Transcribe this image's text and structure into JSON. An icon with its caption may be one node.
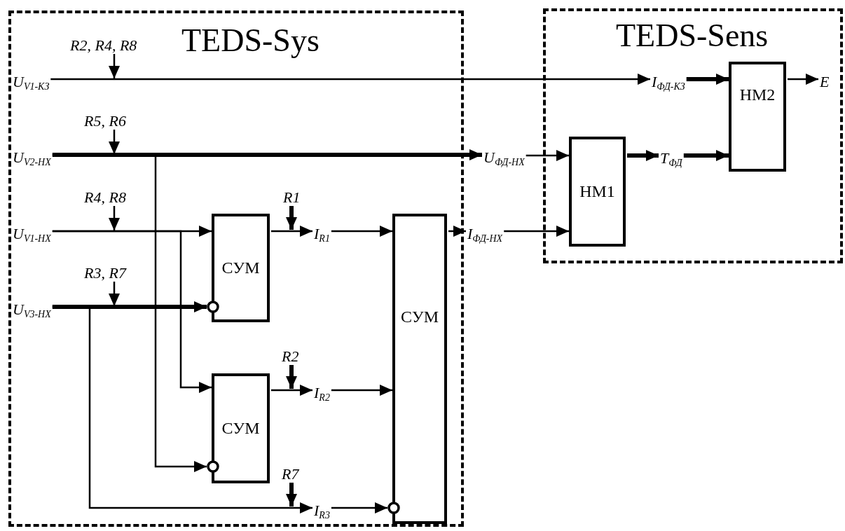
{
  "diagram": {
    "nodes": [
      {
        "text": [
          "TEDS-Sys"
        ]
      },
      {
        "text": [
          "TEDS-Sens"
        ]
      },
      {
        "text": [
          "U$_{V1-КЗ}$"
        ],
        "in": 0
      },
      {
        "text": [
          "U$_{V2-НХ}$"
        ],
        "in": 0
      },
      {
        "text": [
          "U$_{V1-НХ}$"
        ],
        "in": 0
      },
      {
        "text": [
          "U$_{V3-НХ}$"
        ],
        "in": 0
      },
      {
        "text": [
          "СУМ"
        ],
        "in": 0
      },
      {
        "text": [
          "I$_{R1}$"
        ],
        "in": 0
      },
      {
        "text": [
          "СУМ"
        ],
        "in": 0
      },
      {
        "text": [
          "СУМ"
        ],
        "in": 0
      },
      {
        "text": [
          "I$_{R2}$"
        ],
        "in": 0
      },
      {
        "text": [
          "I$_{R3}$"
        ],
        "in": 0
      },
      {
        "text": [
          "I$_{ФД-НХ}$"
        ]
      },
      {
        "text": [
          "U$_{ФД-НХ}$"
        ]
      },
      {
        "text": [
          "I$_{ФД-КЗ}$"
        ],
        "in": 1
      },
      {
        "text": [
          "НМ1"
        ],
        "in": 1
      },
      {
        "text": [
          "T$_{ФД}$"
        ],
        "in": 1
      },
      {
        "text": [
          "НМ2"
        ],
        "in": 1
      },
      {
        "text": [
          "E"
        ],
        "in": 1
      },
      {
        "text": [
          "R2, R4, R8"
        ],
        "in": 0
      },
      {
        "text": [
          "R5, R6"
        ],
        "in": 0
      },
      {
        "text": [
          "R4, R8"
        ],
        "in": 0
      },
      {
        "text": [
          "R3, R7"
        ],
        "in": 0
      },
      {
        "text": [
          "R1"
        ],
        "in": 0
      },
      {
        "text": [
          "R2"
        ],
        "in": 0
      },
      {
        "text": [
          "R7"
        ],
        "in": 0
      }
    ],
    "edges": [
      {
        "from": 2,
        "to": 14,
        "arrow": "to"
      },
      {
        "from": 3,
        "to": 13,
        "arrow": "to",
        "style": "thick"
      },
      {
        "from": 3,
        "to": 9,
        "arrow": "to"
      },
      {
        "from": 4,
        "to": 6,
        "arrow": "to"
      },
      {
        "from": 4,
        "to": 9,
        "arrow": "to"
      },
      {
        "from": 5,
        "to": 6,
        "arrow": "to",
        "style": "thick"
      },
      {
        "from": 5,
        "to": 11,
        "arrow": "to"
      },
      {
        "from": 6,
        "to": 7,
        "arrow": "to"
      },
      {
        "from": 9,
        "to": 10,
        "arrow": "to"
      },
      {
        "from": 7,
        "to": 8,
        "arrow": "to"
      },
      {
        "from": 10,
        "to": 8,
        "arrow": "to"
      },
      {
        "from": 11,
        "to": 8,
        "arrow": "to"
      },
      {
        "from": 8,
        "to": 12,
        "arrow": "to"
      },
      {
        "from": 13,
        "to": 15,
        "arrow": "to"
      },
      {
        "from": 12,
        "to": 15,
        "arrow": "to"
      },
      {
        "from": 15,
        "to": 16,
        "arrow": "to",
        "style": "thick"
      },
      {
        "from": 14,
        "to": 17,
        "arrow": "to",
        "style": "thick"
      },
      {
        "from": 16,
        "to": 17,
        "arrow": "to",
        "style": "thick"
      },
      {
        "from": 17,
        "to": 18,
        "arrow": "to"
      },
      {
        "from": 19,
        "to": null,
        "arrow": "to"
      },
      {
        "from": 20,
        "to": null,
        "arrow": "to"
      },
      {
        "from": 21,
        "to": null,
        "arrow": "to"
      },
      {
        "from": 22,
        "to": null,
        "arrow": "to"
      },
      {
        "from": 23,
        "to": null,
        "arrow": "to",
        "style": "thick"
      },
      {
        "from": 24,
        "to": null,
        "arrow": "to",
        "style": "thick"
      },
      {
        "from": 25,
        "to": null,
        "arrow": "to",
        "style": "thick"
      }
    ]
  }
}
